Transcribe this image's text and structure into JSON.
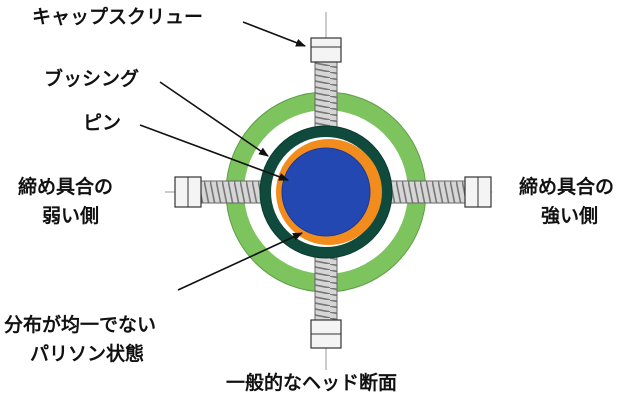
{
  "labels": {
    "cap_screw": "キャップスクリュー",
    "bushing": "ブッシング",
    "pin": "ピン",
    "weak_line1": "締め具合の",
    "weak_line2": "弱い側",
    "strong_line1": "締め具合の",
    "strong_line2": "強い側",
    "uneven_line1": "分布が均一でない",
    "uneven_line2": "パリソン状態",
    "caption": "一般的なヘッド断面"
  },
  "colors": {
    "outer_ring": "#7dc35e",
    "bushing": "#0f4a3c",
    "pin_ring": "#f28c1c",
    "pin": "#2448b2",
    "screw": "#c8c8c8",
    "text": "#111111"
  }
}
